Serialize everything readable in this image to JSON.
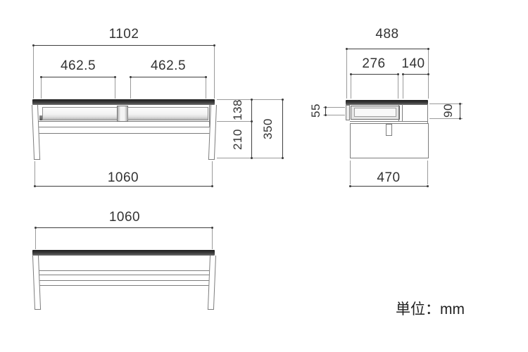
{
  "note": {
    "unit_label": "単位：mm"
  },
  "colors": {
    "object_line": "#7d7d7d",
    "dimension_line": "#3f3f3f",
    "text": "#333333",
    "top_panel": "#3a3a3a"
  },
  "front_view": {
    "title": "front elevation",
    "dims": {
      "top_width": "1102",
      "left_drawer_width": "462.5",
      "right_drawer_width": "462.5",
      "top_section_height": "138",
      "clearance_height": "210",
      "total_height": "350",
      "base_width": "1060"
    }
  },
  "side_view": {
    "title": "side elevation",
    "dims": {
      "top_depth": "488",
      "drawer_depth": "276",
      "rear_clearance_depth": "140",
      "drawer_front_height": "55",
      "rear_opening_height": "90",
      "base_depth": "470"
    }
  },
  "rear_view": {
    "title": "rear elevation",
    "dims": {
      "base_width": "1060"
    }
  }
}
